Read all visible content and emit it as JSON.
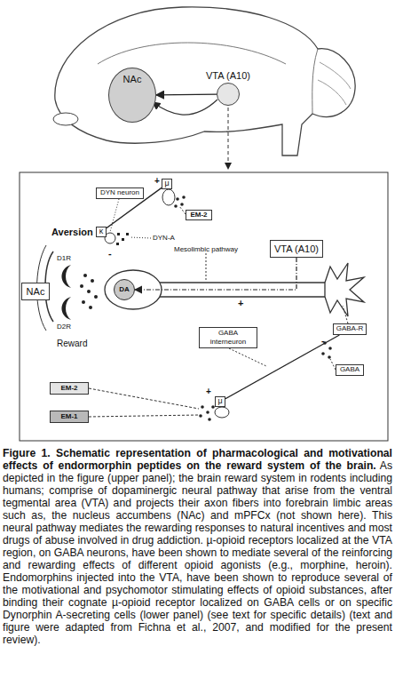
{
  "diagram": {
    "title": "Figure 1. Schematic representation of pharmacological and motivational effects of endormorphin peptides on the reward system of the brain.",
    "caption": "As depicted in the figure (upper panel); the brain reward system in rodents including humans; comprise of dopaminergic neural pathway that arise from the ventral tegmental area (VTA) and projects their axon fibers into forebrain limbic areas such as, the nucleus accumbens (NAc) and mPFCx (not shown here). This neural pathway mediates the rewarding responses to natural incentives and most drugs of abuse involved in drug addiction. µ-opioid receptors localized at the VTA region, on GABA neurons, have been shown to mediate several of the reinforcing and rewarding effects of different opioid agonists (e.g., morphine, heroin). Endomorphins injected into the VTA, have been shown to reproduce several of the motivational and psychomotor stimulating effects of opioid substances, after binding their cognate µ-opioid receptor localized on GABA cells or on specific Dynorphin A-secreting cells (lower panel) (see text for specific details) (text and figure were adapted from Fichna et al., 2007, and modified for the present review).",
    "nodes": [
      {
        "text": [
          "NAc"
        ]
      },
      {
        "text": [
          "VTA (A10)"
        ]
      },
      {
        "text": [
          "DYN neuron"
        ]
      },
      {
        "text": [
          "μ"
        ]
      },
      {
        "text": [
          "EM-2"
        ]
      },
      {
        "text": [
          "κ"
        ]
      },
      {
        "text": [
          "VTA (A10)"
        ]
      },
      {
        "text": [
          "NAc"
        ]
      },
      {
        "text": [
          "DA"
        ]
      },
      {
        "text": [
          "GABA-R"
        ]
      },
      {
        "text": [
          "GABA interneuron"
        ]
      },
      {
        "text": [
          "GABA"
        ]
      },
      {
        "text": [
          "EM-2"
        ]
      },
      {
        "text": [
          "EM-1"
        ]
      },
      {
        "text": [
          "μ"
        ]
      }
    ],
    "edges": [
      {
        "from": 1,
        "to": 0,
        "arrow": "to"
      },
      {
        "from": 6,
        "to": 8,
        "label": "+",
        "arrow": "to"
      },
      {
        "from": 3,
        "to": 5,
        "arrow": "none"
      },
      {
        "from": 14,
        "to": 9,
        "arrow": "none"
      }
    ],
    "labels": [
      "Aversion",
      "Reward",
      "D1R",
      "D2R",
      "DYN-A",
      "Mesolimbic pathway",
      "+",
      "-",
      "-",
      "+"
    ]
  }
}
